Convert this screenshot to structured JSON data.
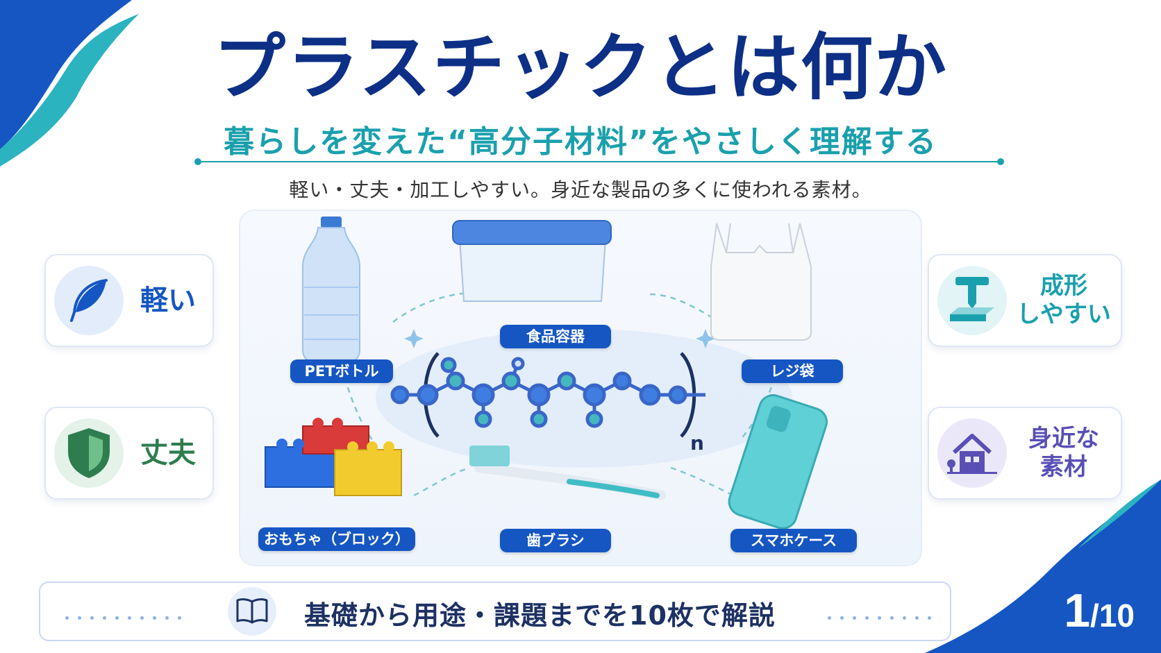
{
  "header": {
    "title": "プラスチックとは何か",
    "subtitle": "暮らしを変えた“高分子材料”をやさしく理解する",
    "tagline": "軽い・丈夫・加工しやすい。身近な製品の多くに使われる素材。"
  },
  "features_left": [
    {
      "label": "軽い",
      "icon": "feather-icon",
      "color": "#1556c3"
    },
    {
      "label": "丈夫",
      "icon": "shield-icon",
      "color": "#2e7d4f"
    }
  ],
  "features_right": [
    {
      "label_line1": "成形",
      "label_line2": "しやすい",
      "icon": "molding-icon",
      "color": "#1aa0ad"
    },
    {
      "label_line1": "身近な",
      "label_line2": "素材",
      "icon": "house-icon",
      "color": "#5a4fb6"
    }
  ],
  "products": {
    "pet_bottle": "PETボトル",
    "food_container": "食品容器",
    "plastic_bag": "レジ袋",
    "toy_blocks": "おもちゃ（ブロック）",
    "toothbrush": "歯ブラシ",
    "phone_case": "スマホケース"
  },
  "polymer": {
    "subscript": "n"
  },
  "footer": {
    "text": "基礎から用途・課題までを10枚で解説",
    "icon": "book-icon"
  },
  "page": {
    "current": "1",
    "separator": "/",
    "total": "10"
  },
  "colors": {
    "navy": "#0d2f86",
    "teal": "#1aa0ad",
    "blue": "#1556c3"
  }
}
